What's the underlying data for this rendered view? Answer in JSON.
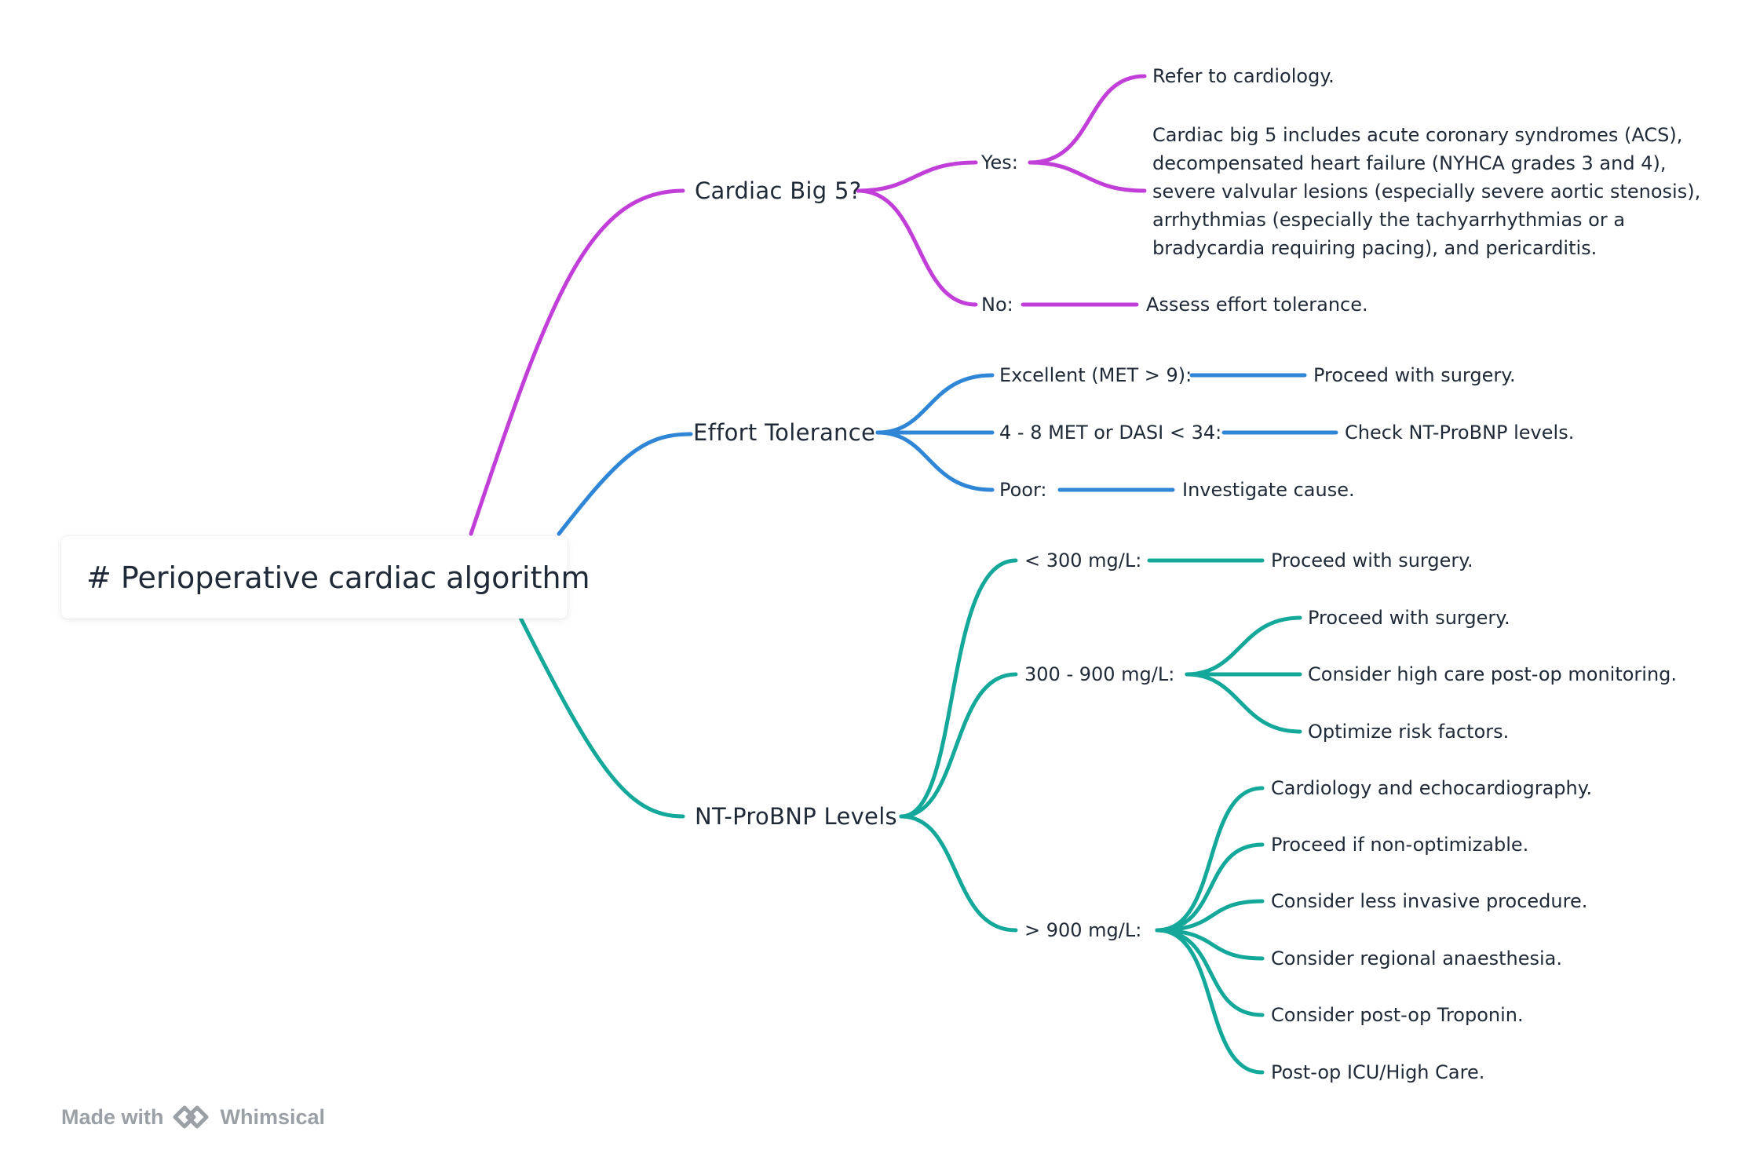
{
  "root": {
    "title": "# Perioperative cardiac algorithm"
  },
  "colors": {
    "cardiac": "#c13fd8",
    "effort": "#2f86d6",
    "ntprobnp": "#14a89a",
    "text": "#1f2937",
    "footer": "#9aa0a6"
  },
  "branches": {
    "cardiac": {
      "label": "Cardiac Big 5?",
      "yes": {
        "label": "Yes:",
        "refer": "Refer to cardiology.",
        "description": "Cardiac big 5 includes acute coronary syndromes (ACS), decompensated heart failure (NYHCA grades 3 and 4), severe valvular lesions (especially severe aortic stenosis), arrhythmias (especially the tachyarrhythmias or a bradycardia requiring pacing), and pericarditis."
      },
      "no": {
        "label": "No:",
        "action": "Assess effort tolerance."
      }
    },
    "effort": {
      "label": "Effort Tolerance",
      "excellent": {
        "label": "Excellent (MET > 9):",
        "action": "Proceed with surgery."
      },
      "moderate": {
        "label": "4 - 8 MET or DASI < 34:",
        "action": "Check NT-ProBNP levels."
      },
      "poor": {
        "label": "Poor:",
        "action": "Investigate cause."
      }
    },
    "ntprobnp": {
      "label": "NT-ProBNP Levels",
      "low": {
        "label": "< 300 mg/L:",
        "action": "Proceed with surgery."
      },
      "mid": {
        "label": "300 - 900 mg/L:",
        "actions": [
          "Proceed with surgery.",
          "Consider high care post-op monitoring.",
          "Optimize risk factors."
        ]
      },
      "high": {
        "label": "> 900 mg/L:",
        "actions": [
          "Cardiology and echocardiography.",
          "Proceed if non-optimizable.",
          "Consider less invasive procedure.",
          "Consider regional anaesthesia.",
          "Consider post-op Troponin.",
          "Post-op ICU/High Care."
        ]
      }
    }
  },
  "footer": {
    "made_with": "Made with",
    "brand": "Whimsical"
  }
}
